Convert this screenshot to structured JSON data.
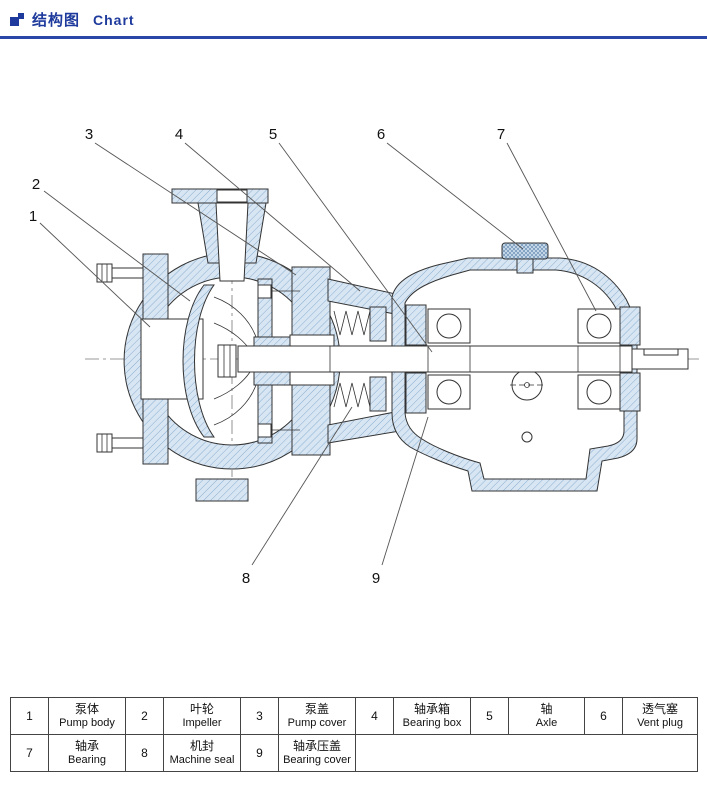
{
  "header": {
    "title_cn": "结构图",
    "title_en": "Chart"
  },
  "colors": {
    "accent_blue": "#1d3a9c",
    "rule_blue": "#2946a8",
    "section_hatch_fill": "#d8e6f3",
    "section_hatch_line": "#8aaecf",
    "drawing_line": "#333333"
  },
  "diagram": {
    "description": "Cross-section structural drawing of a centrifugal pump with numbered part callouts",
    "callouts": [
      {
        "label": "1",
        "part": "pump-body"
      },
      {
        "label": "2",
        "part": "impeller"
      },
      {
        "label": "3",
        "part": "pump-cover"
      },
      {
        "label": "4",
        "part": "bearing-box"
      },
      {
        "label": "5",
        "part": "axle"
      },
      {
        "label": "6",
        "part": "vent-plug"
      },
      {
        "label": "7",
        "part": "bearing"
      },
      {
        "label": "8",
        "part": "machine-seal"
      },
      {
        "label": "9",
        "part": "bearing-cover"
      }
    ]
  },
  "parts": [
    {
      "num": "1",
      "cn": "泵体",
      "en": "Pump body"
    },
    {
      "num": "2",
      "cn": "叶轮",
      "en": "Impeller"
    },
    {
      "num": "3",
      "cn": "泵盖",
      "en": "Pump cover"
    },
    {
      "num": "4",
      "cn": "轴承箱",
      "en": "Bearing box"
    },
    {
      "num": "5",
      "cn": "轴",
      "en": "Axle"
    },
    {
      "num": "6",
      "cn": "透气塞",
      "en": "Vent plug"
    },
    {
      "num": "7",
      "cn": "轴承",
      "en": "Bearing"
    },
    {
      "num": "8",
      "cn": "机封",
      "en": "Machine seal"
    },
    {
      "num": "9",
      "cn": "轴承压盖",
      "en": "Bearing cover"
    }
  ]
}
